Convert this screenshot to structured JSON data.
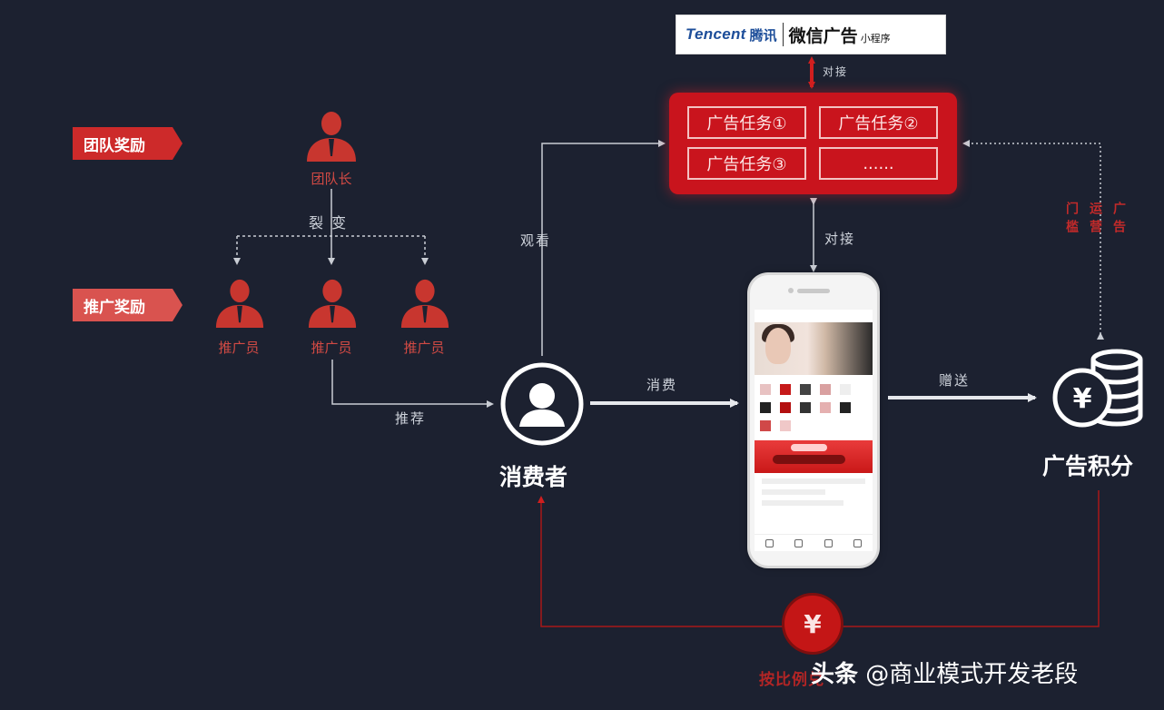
{
  "logo": {
    "tencent_en": "Tencent",
    "tencent_cn": "腾讯",
    "wechat_ads": "微信广告",
    "mini_program": "小程序"
  },
  "connect_top": "对接",
  "ad_tasks": [
    "广告任务①",
    "广告任务②",
    "广告任务③",
    "......"
  ],
  "team_reward_tag": "团队奖励",
  "promo_reward_tag": "推广奖励",
  "team_leader_label": "团队长",
  "fission_label": "裂 变",
  "promoter_label": "推广员",
  "recommend_label": "推荐",
  "watch_label": "观看",
  "connect_mid": "对接",
  "consumer_label": "消费者",
  "consume_label": "消费",
  "gift_label": "赠送",
  "points_label": "广告积分",
  "ad_threshold": [
    "广告",
    "运营",
    "门槛"
  ],
  "exchange_label": "按比例兑",
  "watermark": {
    "source": "头条",
    "author": "@商业模式开发老段"
  },
  "colors": {
    "background": "#1c2130",
    "accent_red": "#c9141d",
    "person_red": "#c8362f",
    "line": "#c9cdd4"
  }
}
